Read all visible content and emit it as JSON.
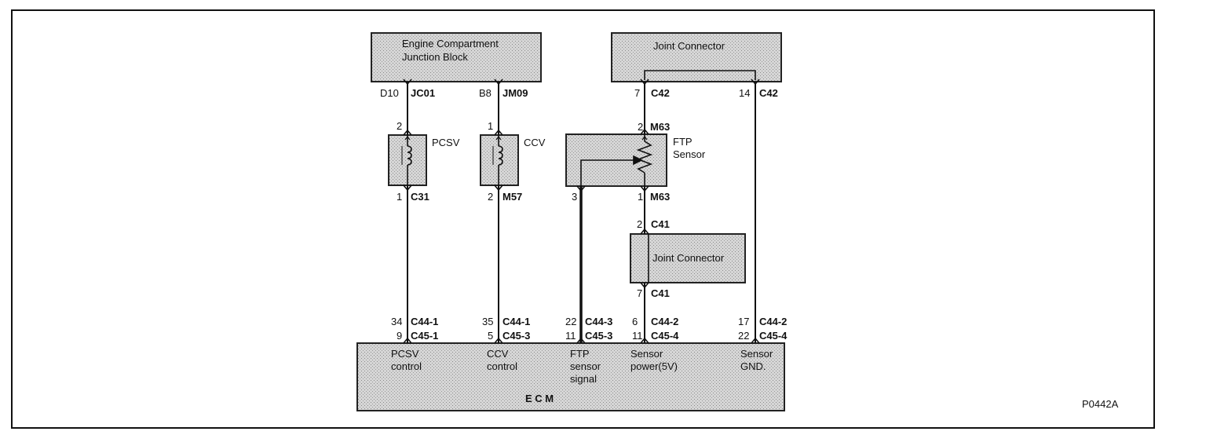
{
  "diagram_id": "P0442A",
  "components": {
    "junction_block": [
      "Engine Compartment",
      "Junction Block"
    ],
    "joint_top": "Joint Connector",
    "joint_mid": "Joint Connector",
    "pcsv": "PCSV",
    "ccv": "CCV",
    "ftp": [
      "FTP",
      "Sensor"
    ],
    "ecm": "E C M"
  },
  "pins": {
    "w1_top": {
      "num": "D10",
      "conn": "JC01"
    },
    "w2_top": {
      "num": "B8",
      "conn": "JM09"
    },
    "w4_top": {
      "num": "7",
      "conn": "C42"
    },
    "w5_top": {
      "num": "14",
      "conn": "C42"
    },
    "pcsv_top": {
      "num": "2"
    },
    "pcsv_bot": {
      "num": "1",
      "conn": "C31"
    },
    "ccv_top": {
      "num": "1"
    },
    "ccv_bot": {
      "num": "2",
      "conn": "M57"
    },
    "ftp_top": {
      "num": "2",
      "conn": "M63"
    },
    "ftp_sig": {
      "num": "3"
    },
    "ftp_bot": {
      "num": "1",
      "conn": "M63"
    },
    "jc_top": {
      "num": "2",
      "conn": "C41"
    },
    "jc_bot": {
      "num": "7",
      "conn": "C41"
    }
  },
  "ecm_pins": [
    {
      "n1": "34",
      "c1": "C44-1",
      "n2": "9",
      "c2": "C45-1",
      "label": [
        "PCSV",
        "control"
      ]
    },
    {
      "n1": "35",
      "c1": "C44-1",
      "n2": "5",
      "c2": "C45-3",
      "label": [
        "CCV",
        "control"
      ]
    },
    {
      "n1": "22",
      "c1": "C44-3",
      "n2": "11",
      "c2": "C45-3",
      "label": [
        "FTP",
        "sensor",
        "signal"
      ]
    },
    {
      "n1": "6",
      "c1": "C44-2",
      "n2": "11",
      "c2": "C45-4",
      "label": [
        "Sensor",
        "power(5V)"
      ]
    },
    {
      "n1": "17",
      "c1": "C44-2",
      "n2": "22",
      "c2": "C45-4",
      "label": [
        "Sensor",
        "GND."
      ]
    }
  ]
}
